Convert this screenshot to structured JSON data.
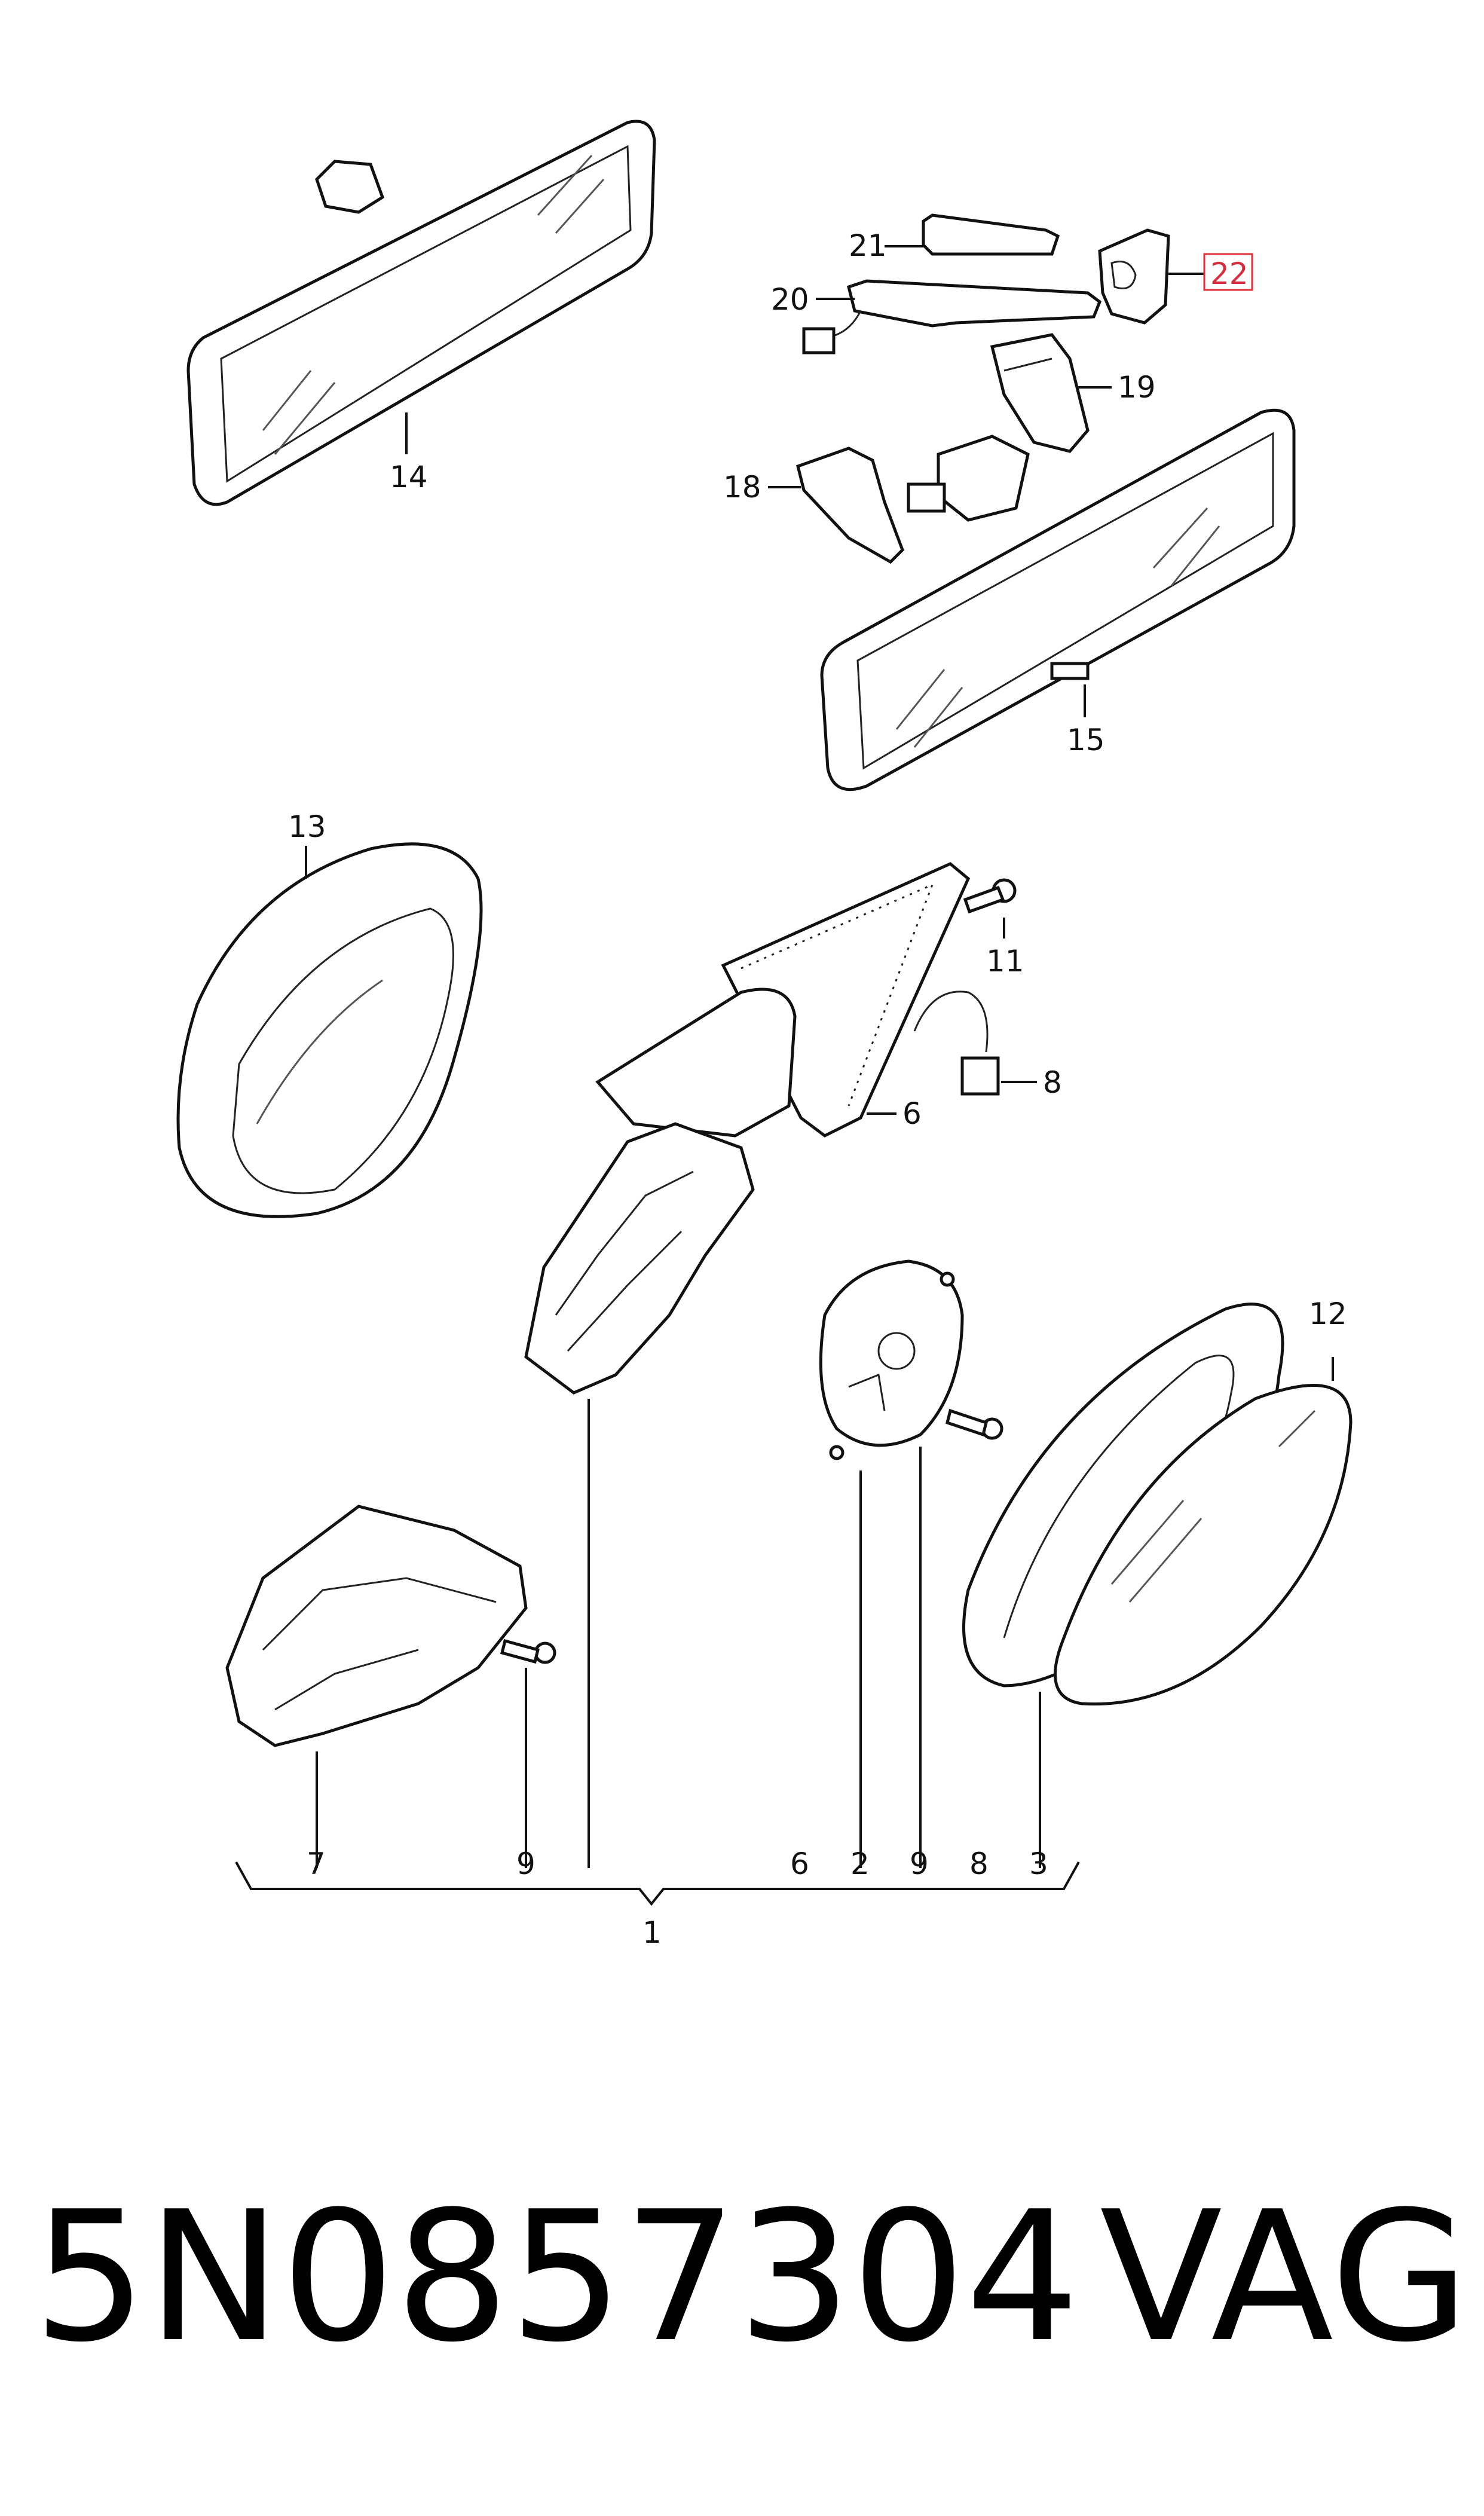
{
  "diagram": {
    "callouts": {
      "c14": "14",
      "c15": "15",
      "c13": "13",
      "c21": "21",
      "c20": "20",
      "c22": "22",
      "c19": "19",
      "c18": "18",
      "c11": "11",
      "c8": "8",
      "c6": "6",
      "c12": "12",
      "c7": "7",
      "c9a": "9",
      "c6b": "6",
      "c2": "2",
      "c9b": "9",
      "c8b": "8",
      "c3": "3",
      "c1": "1"
    },
    "highlight_color": "#e0303a"
  },
  "footer": {
    "part_number": "5N0857304",
    "brand": "VAG"
  }
}
